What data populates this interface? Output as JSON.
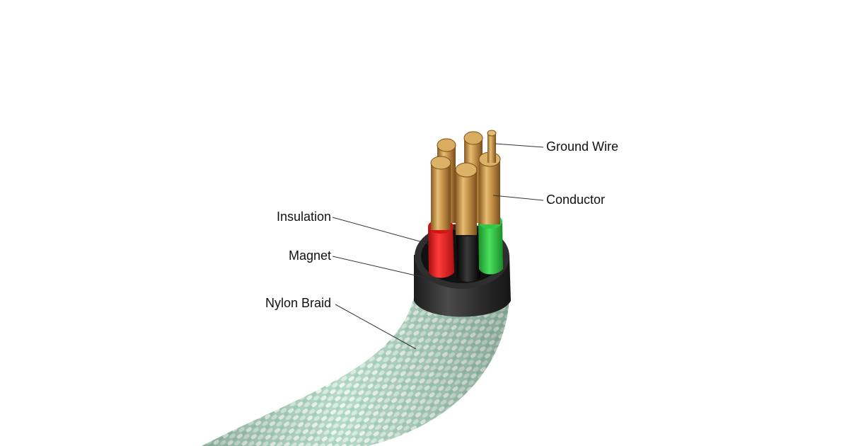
{
  "labels": {
    "ground_wire": "Ground Wire",
    "conductor": "Conductor",
    "insulation": "Insulation",
    "magnet": "Magnet",
    "nylon_braid": "Nylon Braid"
  },
  "colors": {
    "braid": "#b7ddc8",
    "braid_highlight": "#eef7f1",
    "magnet": "#3a3a3a",
    "insulation_red": "#e01b1b",
    "insulation_black": "#111111",
    "insulation_green": "#2bc43f",
    "copper": "#c99a4e",
    "leader_line": "#333333"
  }
}
